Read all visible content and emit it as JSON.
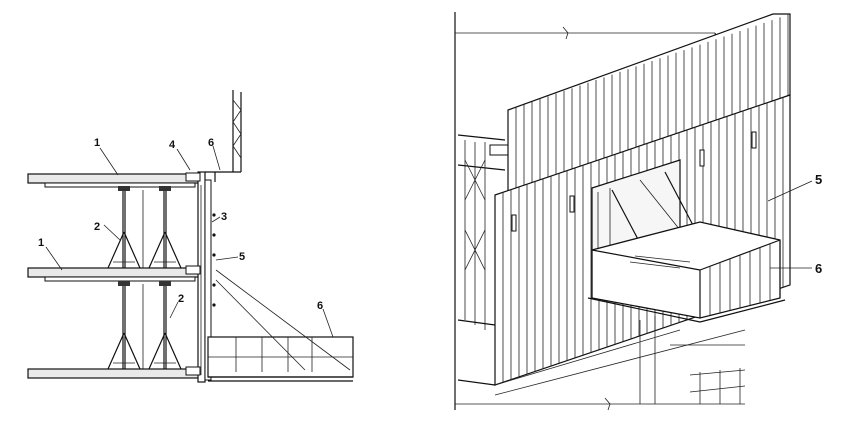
{
  "left_drawing": {
    "labels": [
      {
        "id": "slab-top",
        "text": "1"
      },
      {
        "id": "slab-mid",
        "text": "1"
      },
      {
        "id": "prop-top",
        "text": "2"
      },
      {
        "id": "prop-bottom",
        "text": "2"
      },
      {
        "id": "bracket",
        "text": "3"
      },
      {
        "id": "anchor",
        "text": "4"
      },
      {
        "id": "formwork-panel",
        "text": "5"
      },
      {
        "id": "platform-top",
        "text": "6"
      },
      {
        "id": "platform-bottom",
        "text": "6"
      }
    ]
  },
  "right_drawing": {
    "labels": [
      {
        "id": "panel",
        "text": "5"
      },
      {
        "id": "platform",
        "text": "6"
      }
    ]
  }
}
